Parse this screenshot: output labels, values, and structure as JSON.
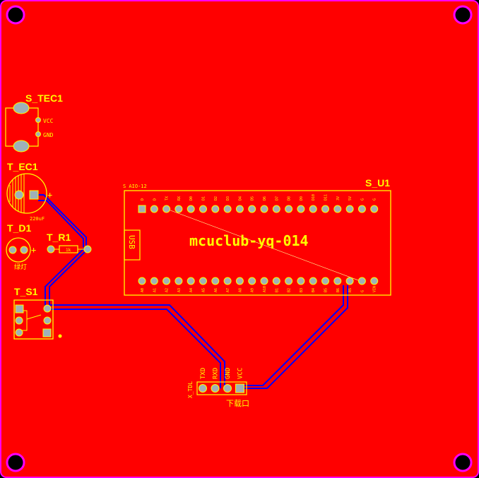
{
  "colors": {
    "board": "#ff0000",
    "outline": "#ff00ff",
    "silk": "#ffff00",
    "pad": "#9fb0b8",
    "trace": "#0000ff",
    "hole": "#000000"
  },
  "components": {
    "s_tec1": {
      "ref": "S_TEC1",
      "pin1": "VCC",
      "pin2": "GND"
    },
    "t_ec1": {
      "ref": "T_EC1",
      "plus": "+",
      "value": "220uF"
    },
    "t_d1": {
      "ref": "T_D1",
      "plus": "+",
      "value": "绿灯"
    },
    "t_r1": {
      "ref": "T_R1",
      "value": "1k"
    },
    "t_s1": {
      "ref": "T_S1"
    },
    "s_u1": {
      "ref": "S_U1",
      "title": "mcuclub-yq-014",
      "usb": "USB",
      "label": "S AIO-12"
    },
    "header": {
      "ref": "X_TDL",
      "caption": "下载口",
      "pins": [
        "TXD",
        "RXD",
        "GND",
        "VCC"
      ]
    }
  },
  "mcu_top_pins": [
    "D",
    "D",
    "TX",
    "RX",
    "D0",
    "D1",
    "D2",
    "D3",
    "D4",
    "D5",
    "D6",
    "D7",
    "D8",
    "D9",
    "D10",
    "D11",
    "3V",
    "5V",
    "G",
    "G"
  ],
  "mcu_bottom_pins": [
    "A0",
    "A1",
    "A2",
    "A3",
    "A4",
    "A5",
    "A6",
    "A7",
    "A8",
    "A9",
    "A10",
    "B1",
    "B2",
    "B3",
    "B4",
    "B5",
    "B6",
    "RS",
    "G",
    "VIN"
  ]
}
